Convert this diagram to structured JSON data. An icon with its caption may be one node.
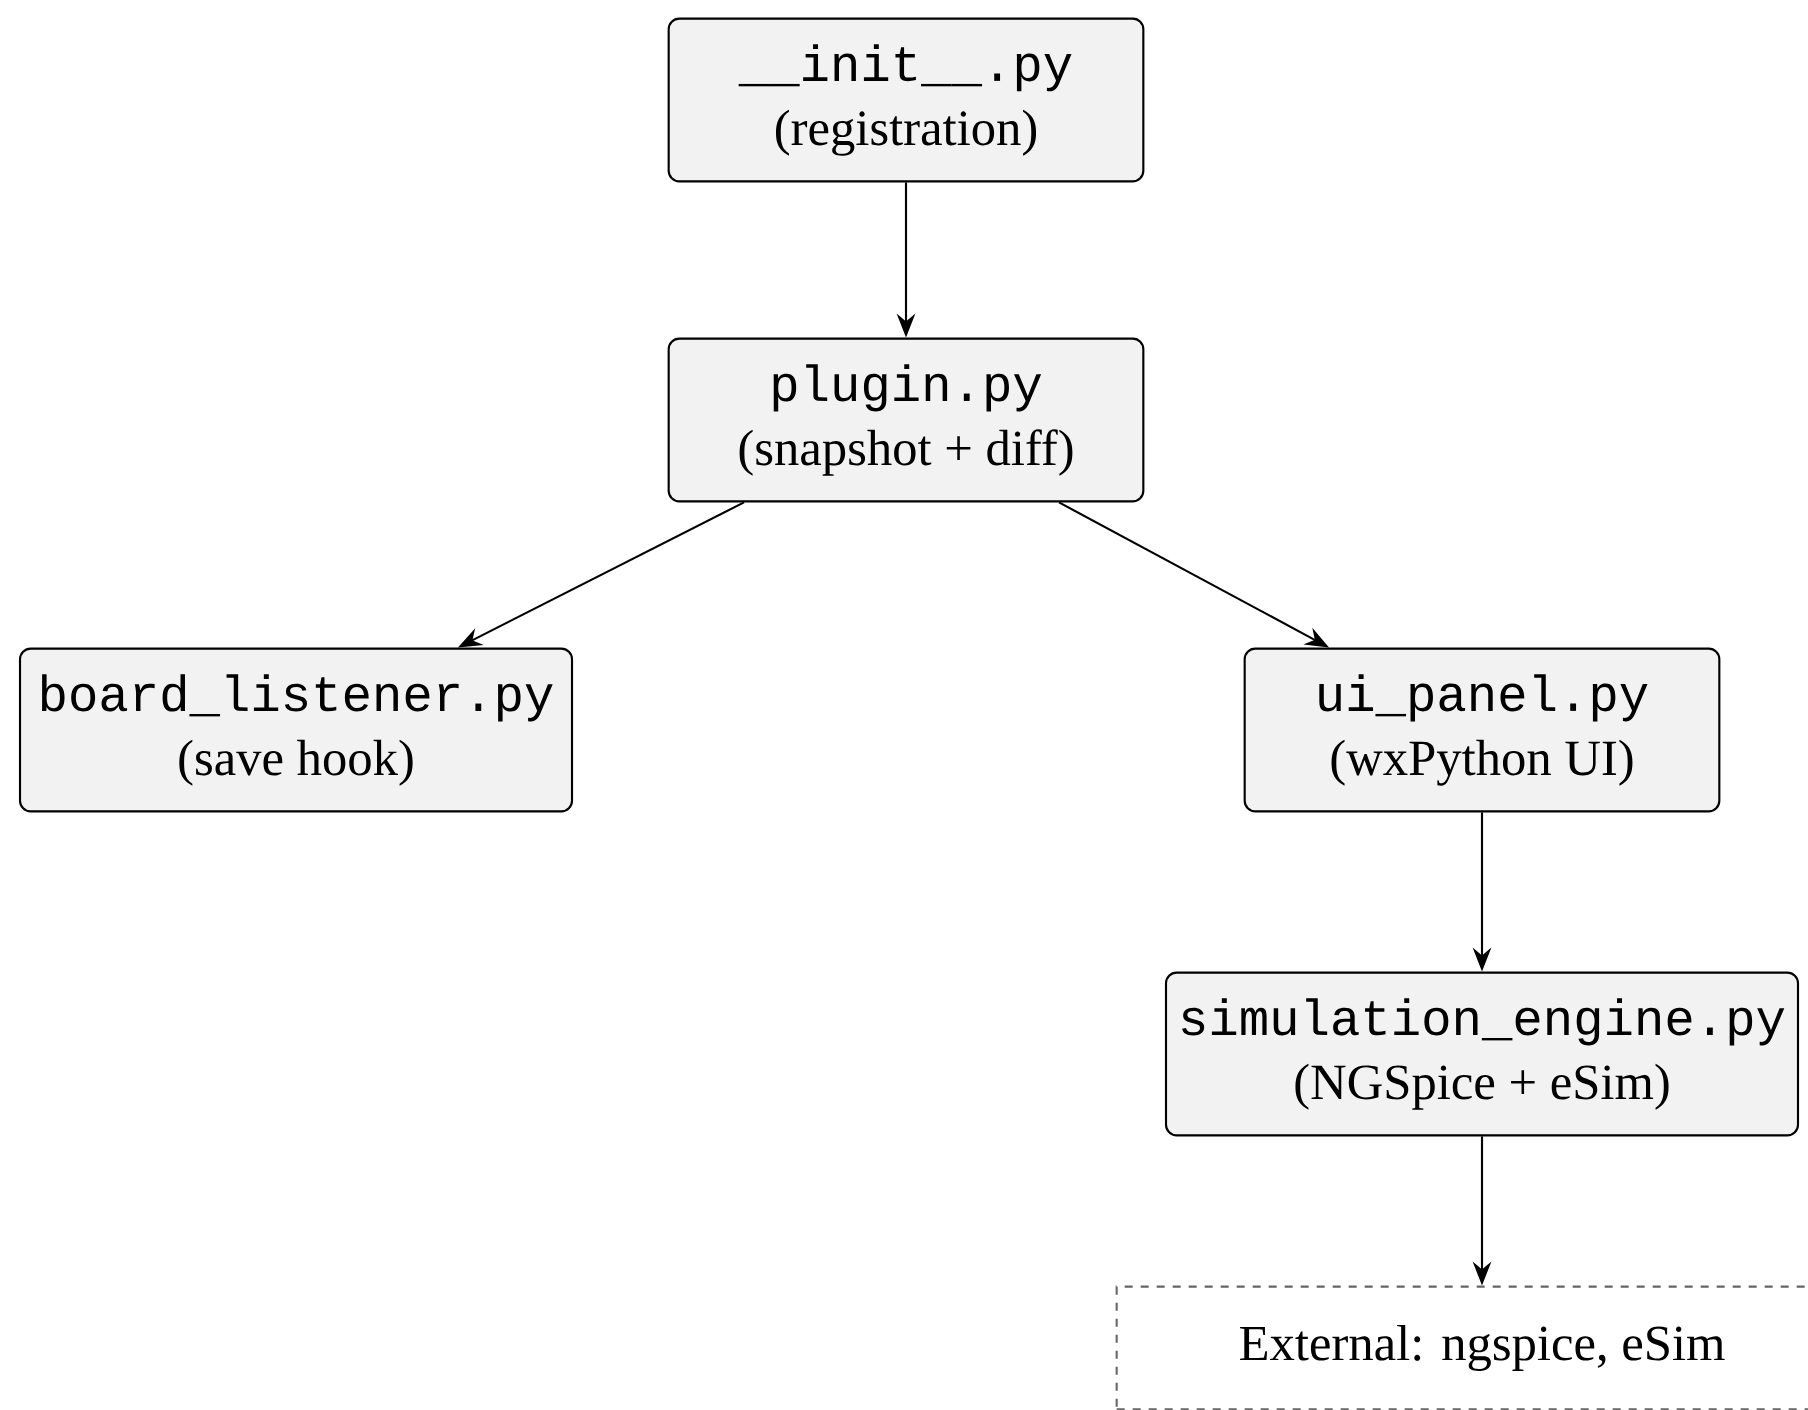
{
  "diagram": {
    "nodes": [
      {
        "text": [
          "__init__.py",
          "(registration)"
        ]
      },
      {
        "text": [
          "plugin.py",
          "(snapshot + diff)"
        ]
      },
      {
        "text": [
          "board_listener.py",
          "(save hook)"
        ]
      },
      {
        "text": [
          "ui_panel.py",
          "(wxPython UI)"
        ]
      },
      {
        "text": [
          "simulation_engine.py",
          "(NGSpice + eSim)"
        ]
      },
      {
        "text": [
          "External: ngspice, eSim"
        ]
      }
    ],
    "edges": [
      {
        "from": 0,
        "to": 1,
        "arrow": "to"
      },
      {
        "from": 1,
        "to": 2,
        "arrow": "to"
      },
      {
        "from": 1,
        "to": 3,
        "arrow": "to"
      },
      {
        "from": 3,
        "to": 4,
        "arrow": "to"
      },
      {
        "from": 4,
        "to": 5,
        "arrow": "to"
      }
    ]
  }
}
